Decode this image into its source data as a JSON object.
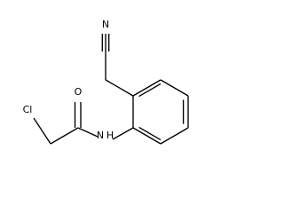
{
  "atoms": {
    "nitrile_n": "N",
    "carbonyl_o": "O",
    "chlorine": "Cl",
    "amide_n": "N",
    "amide_h": "H"
  }
}
